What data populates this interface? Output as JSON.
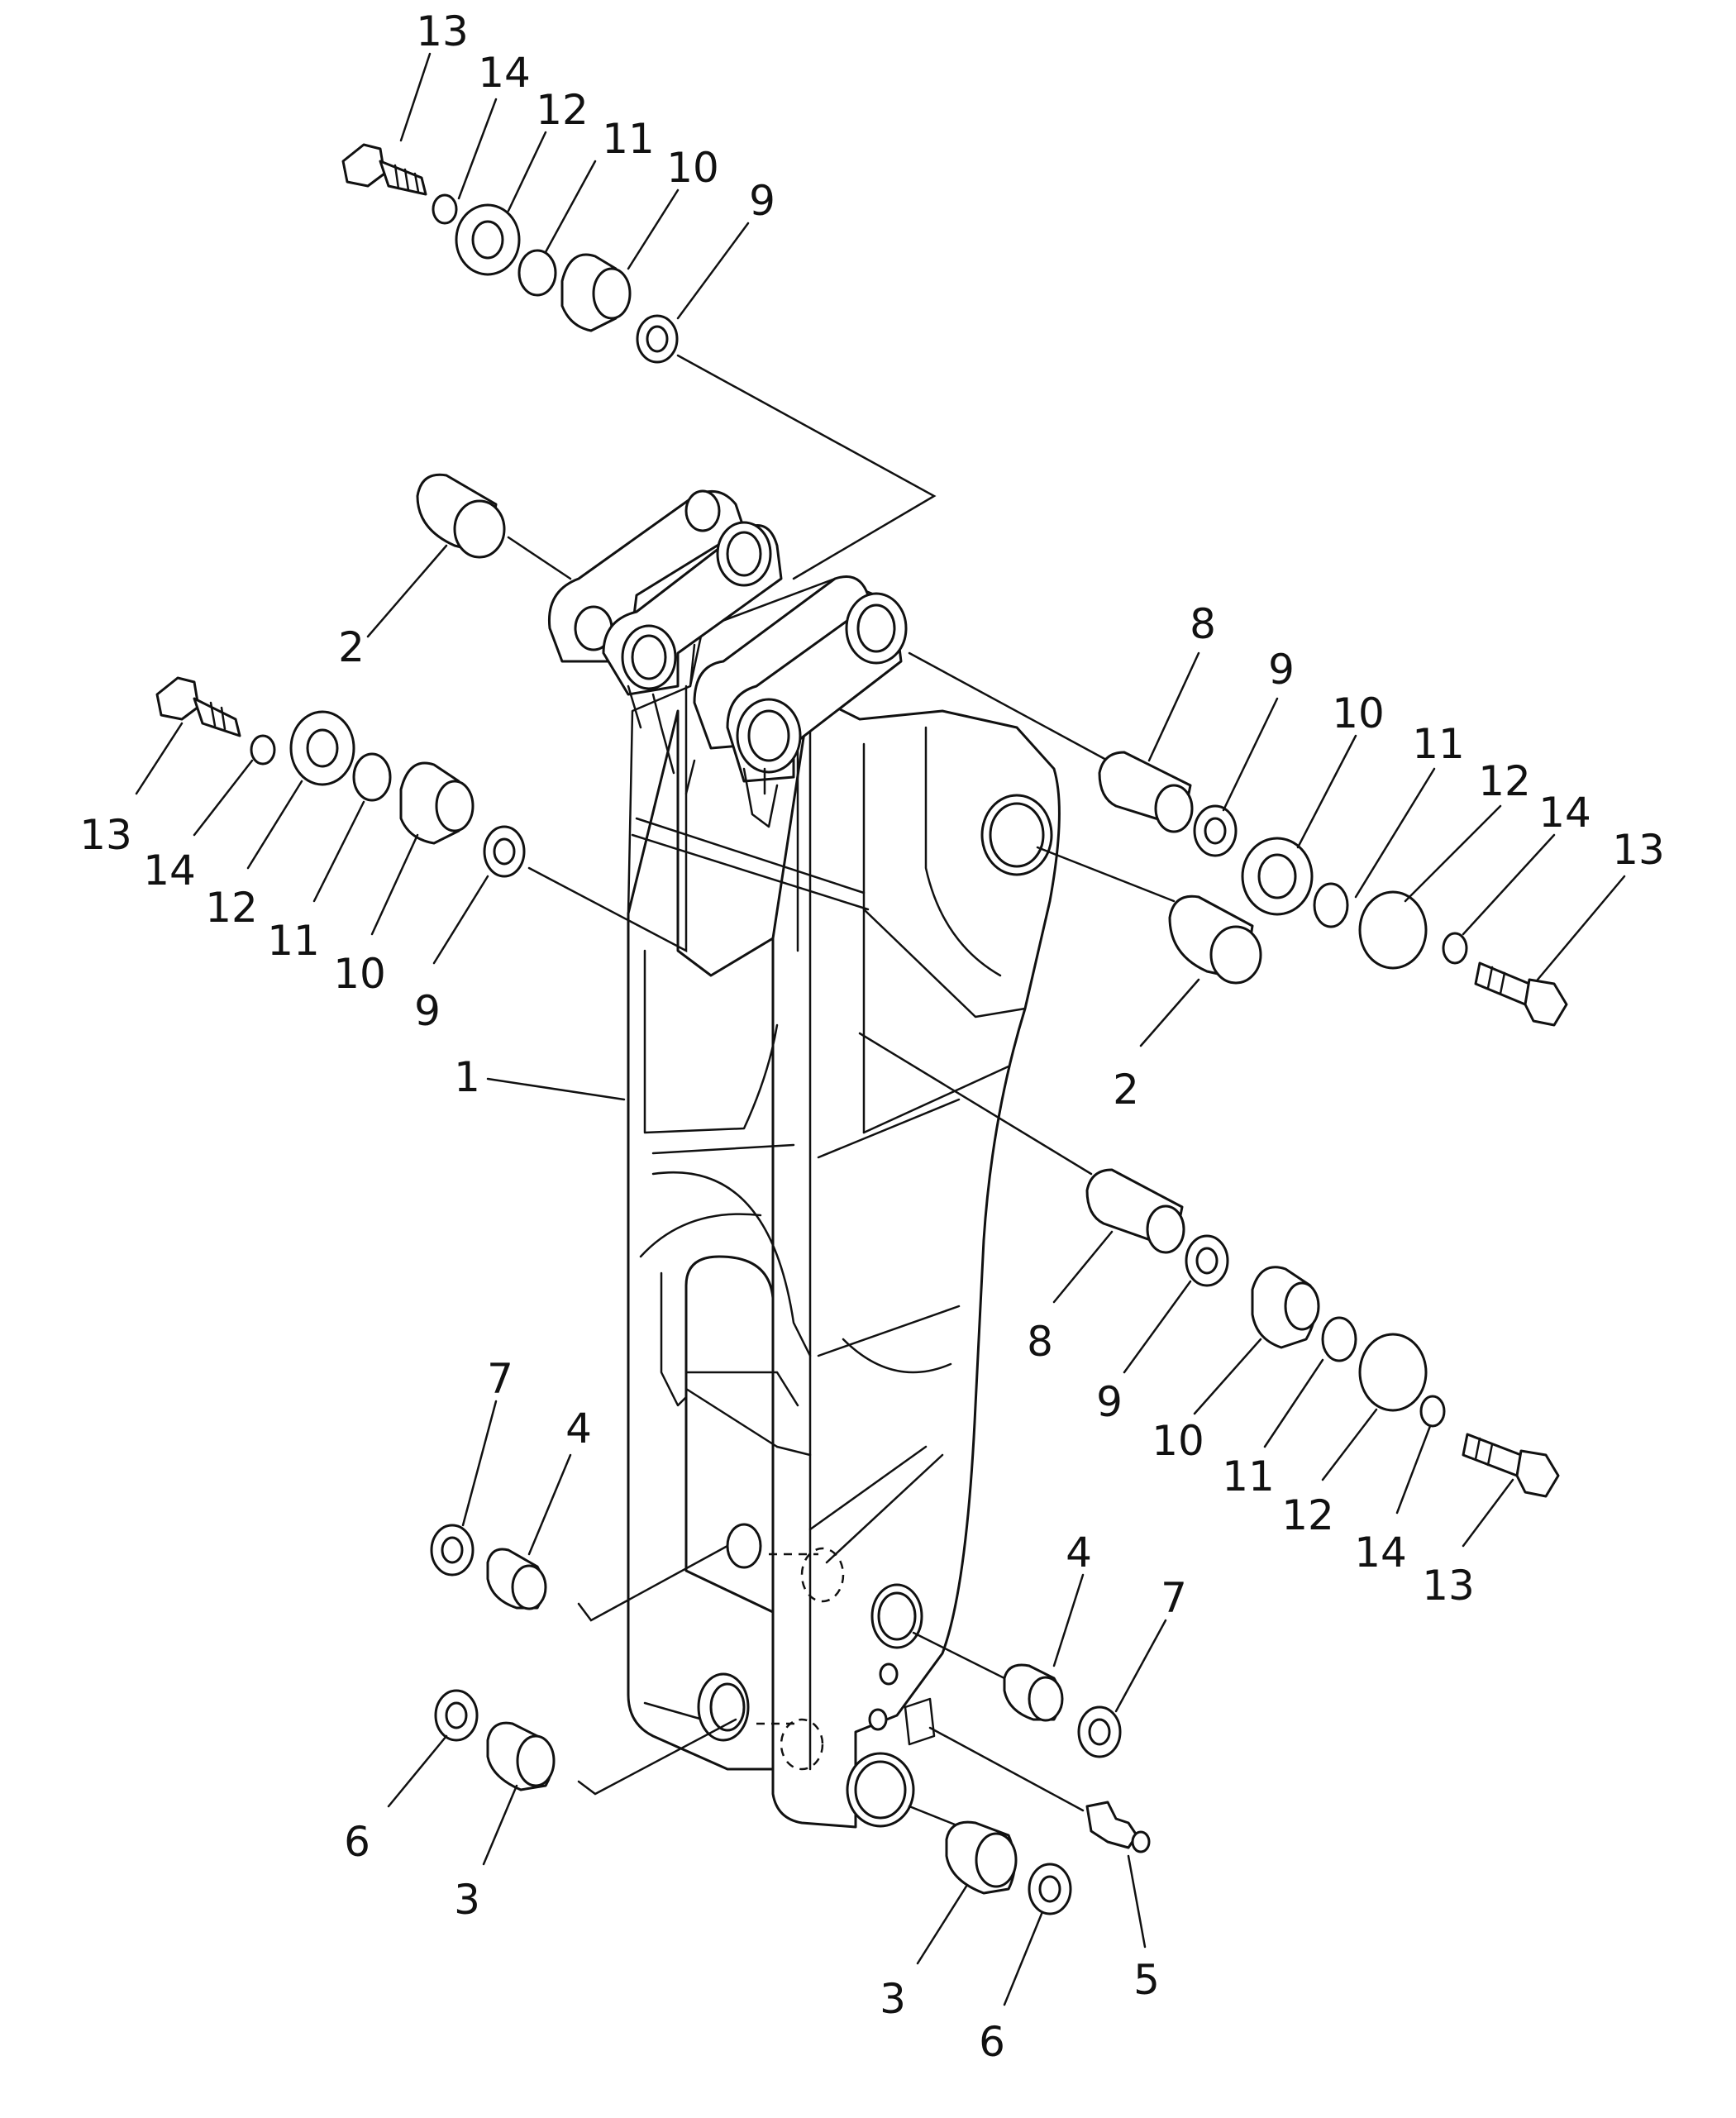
{
  "callouts": {
    "c13_top": "13",
    "c14_top": "14",
    "c12_top": "12",
    "c11_top": "11",
    "c10_top": "10",
    "c9_top": "9",
    "c2_left": "2",
    "c13_left": "13",
    "c14_left": "14",
    "c12_left": "12",
    "c11_left": "11",
    "c10_left": "10",
    "c9_left": "9",
    "c1": "1",
    "c8_upper": "8",
    "c9_right_upper": "9",
    "c10_right_upper": "10",
    "c11_right_upper": "11",
    "c12_right_upper": "12",
    "c14_right_upper": "14",
    "c13_right_upper": "13",
    "c2_right": "2",
    "c8_lower": "8",
    "c9_right_lower": "9",
    "c10_right_lower": "10",
    "c11_right_lower": "11",
    "c12_right_lower": "12",
    "c14_right_lower": "14",
    "c13_right_lower": "13",
    "c7_left": "7",
    "c4_left": "4",
    "c4_right": "4",
    "c7_right": "7",
    "c6_left": "6",
    "c3_left": "3",
    "c5": "5",
    "c3_right": "3",
    "c6_right": "6"
  },
  "icons": {
    "arm": "boom-arm-icon",
    "pin": "pin-icon",
    "bushing": "bushing-icon",
    "bolt": "bolt-icon",
    "washer": "washer-icon",
    "oring": "o-ring-icon",
    "cap": "cap-plate-icon",
    "grease": "grease-fitting-icon"
  }
}
